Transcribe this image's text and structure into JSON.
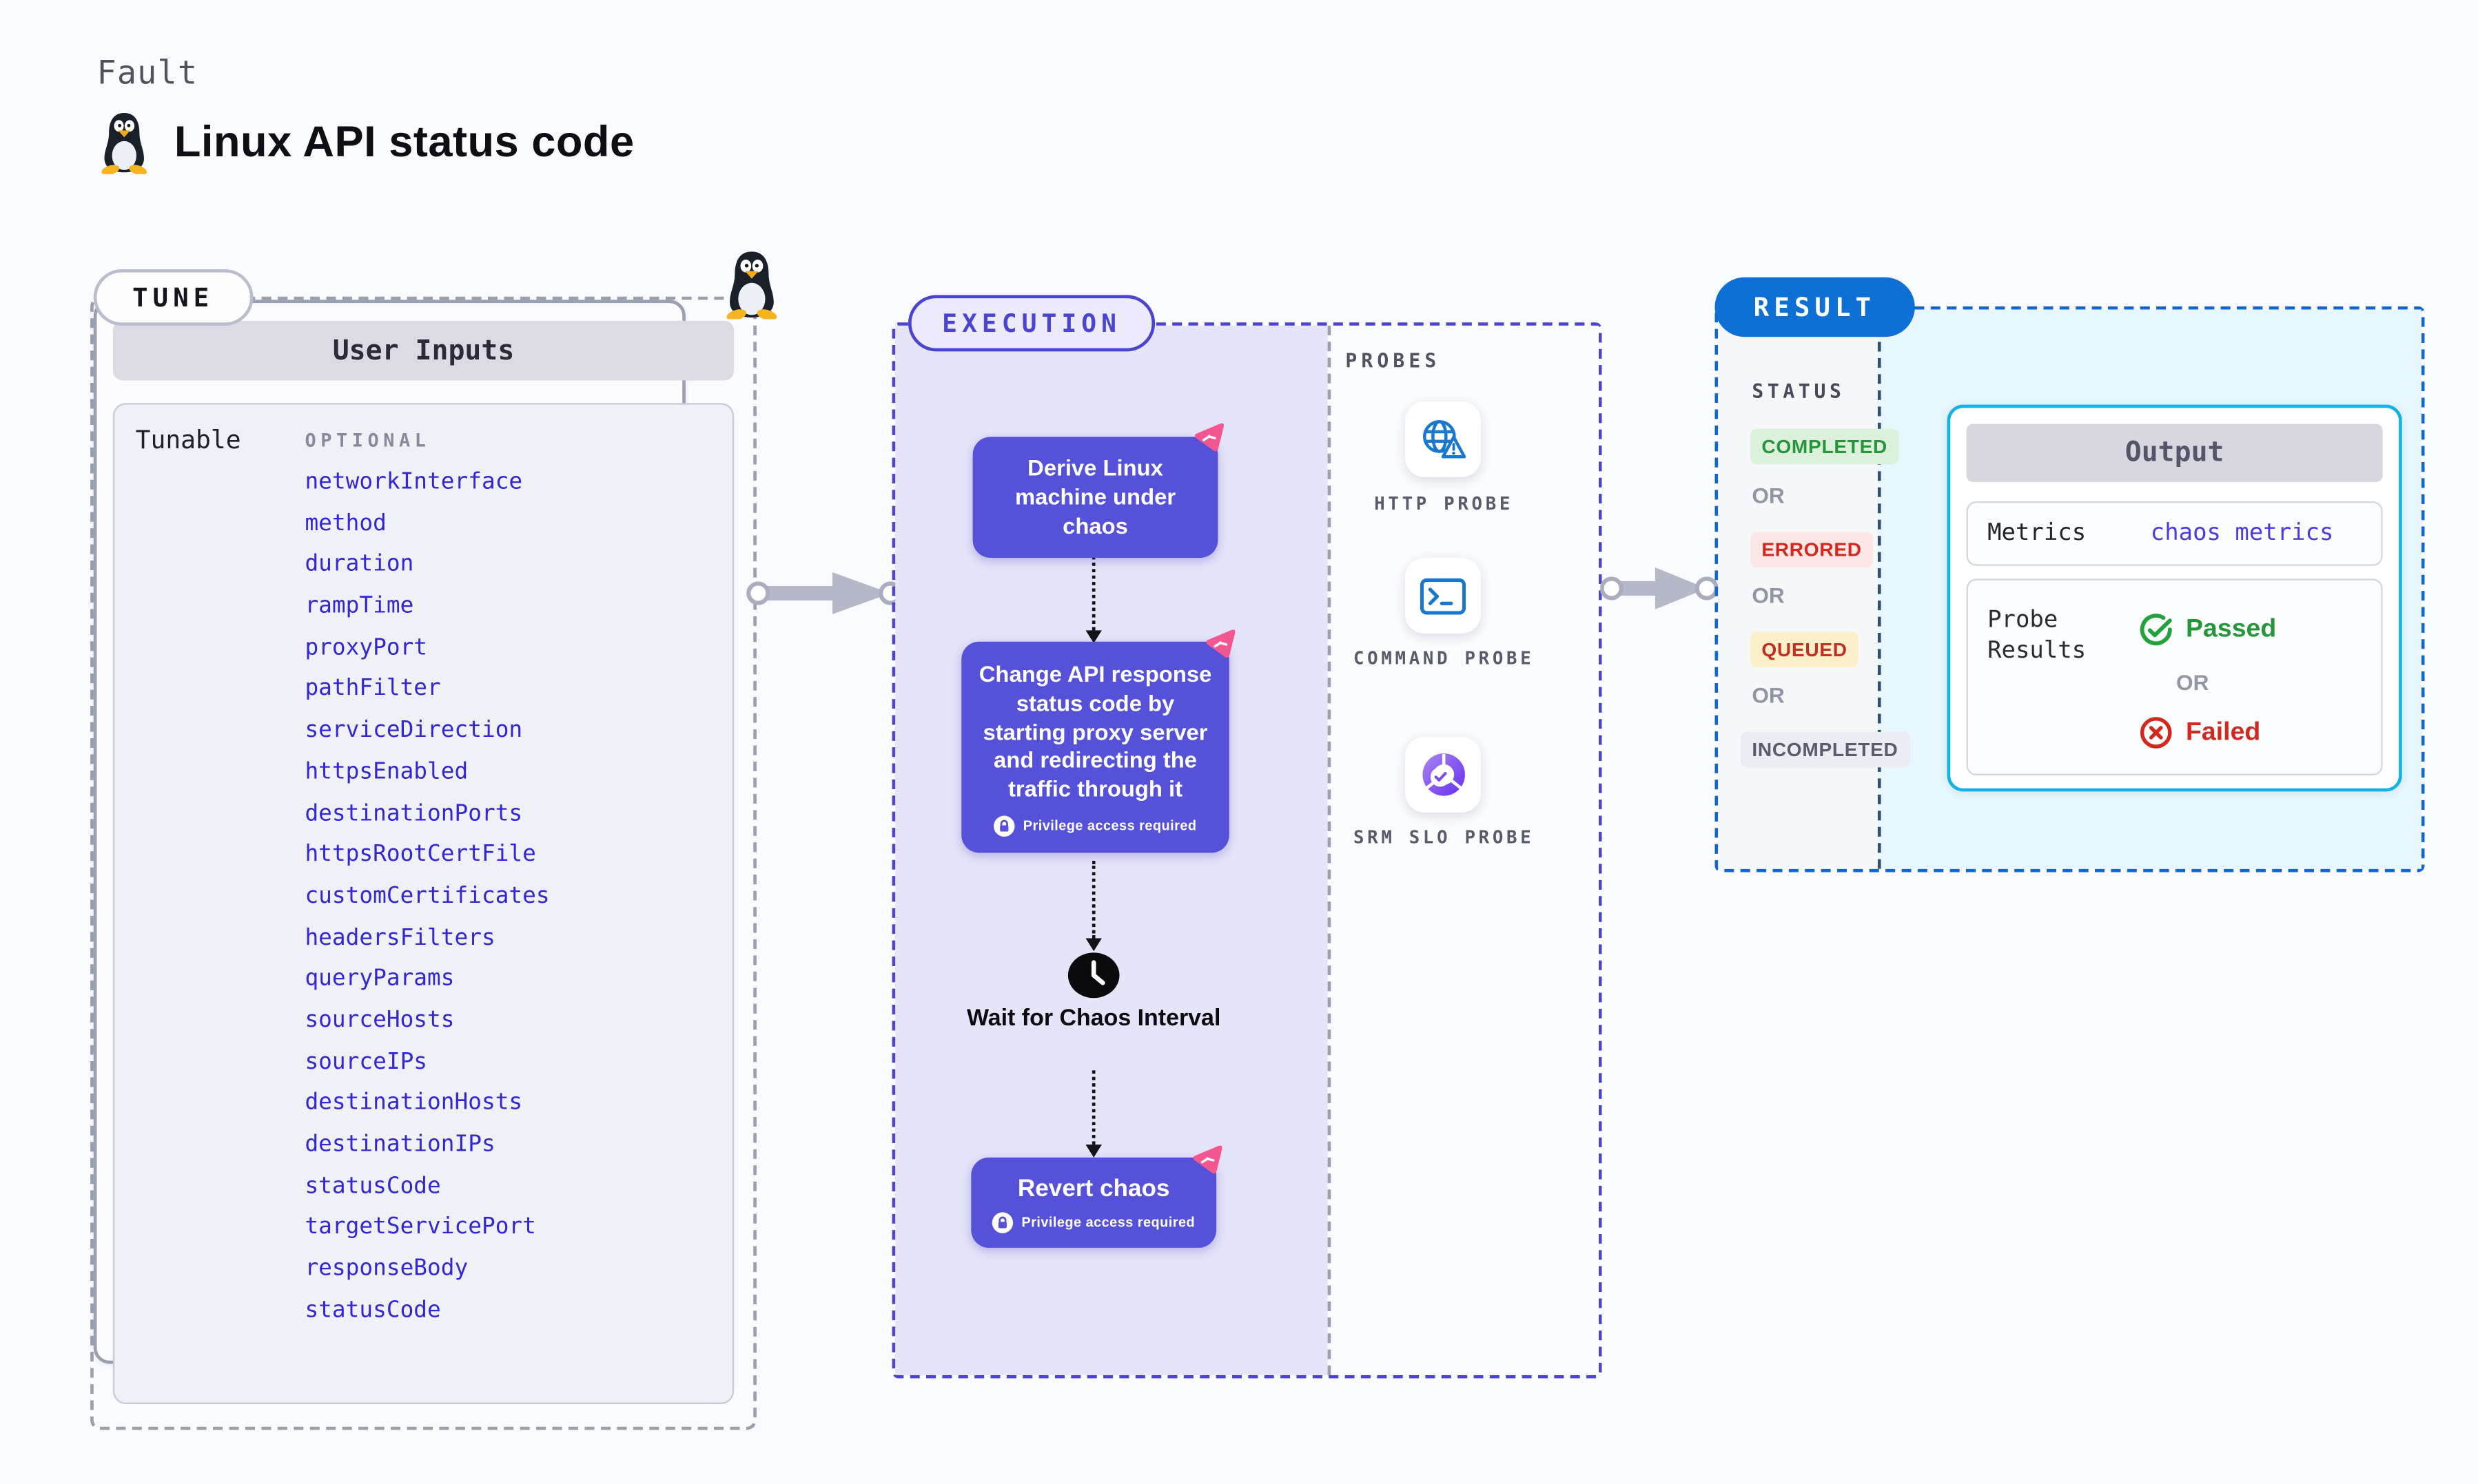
{
  "page": {
    "kicker": "Fault",
    "title": "Linux API status code"
  },
  "tune": {
    "badge": "TUNE",
    "table_title": "User Inputs",
    "row_label": "Tunable",
    "optional_label": "OPTIONAL",
    "params": [
      "networkInterface",
      "method",
      "duration",
      "rampTime",
      "proxyPort",
      "pathFilter",
      "serviceDirection",
      "httpsEnabled",
      "destinationPorts",
      "httpsRootCertFile",
      "customCertificates",
      "headersFilters",
      "queryParams",
      "sourceHosts",
      "sourceIPs",
      "destinationHosts",
      "destinationIPs",
      "statusCode",
      "targetServicePort",
      "responseBody",
      "statusCode"
    ]
  },
  "execution": {
    "badge": "EXECUTION",
    "step1": "Derive Linux machine under chaos",
    "step2": "Change API response status code by starting proxy server and redirecting the traffic through it",
    "step3": "Revert chaos",
    "wait_label": "Wait for Chaos Interval",
    "privilege_label": "Privilege access required"
  },
  "probes": {
    "title": "PROBES",
    "items": [
      {
        "label": "HTTP PROBE",
        "icon": "globe-warning-icon"
      },
      {
        "label": "COMMAND PROBE",
        "icon": "terminal-icon"
      },
      {
        "label": "SRM SLO PROBE",
        "icon": "slo-donut-check-icon"
      }
    ]
  },
  "result": {
    "badge": "RESULT",
    "status_title": "STATUS",
    "or_label": "OR",
    "statuses": [
      {
        "label": "COMPLETED",
        "type": "completed"
      },
      {
        "label": "ERRORED",
        "type": "errored"
      },
      {
        "label": "QUEUED",
        "type": "queued"
      },
      {
        "label": "INCOMPLETED",
        "type": "incompleted"
      }
    ],
    "output": {
      "title": "Output",
      "metrics_label": "Metrics",
      "metrics_value": "chaos metrics",
      "probe_results_label": "Probe Results",
      "passed_label": "Passed",
      "failed_label": "Failed"
    }
  },
  "colors": {
    "indigo": "#4a45d1",
    "purple": "#5551d8",
    "lavender": "#e5e4f9",
    "blue": "#0e70d5",
    "cyan": "#14b2e4",
    "cyan_bg": "#e8f6fd",
    "green": "#27963b",
    "green_bg": "#dcf0dc",
    "red": "#d2281e",
    "red_bg": "#fbe7e5",
    "yellow_bg": "#fcf0ca",
    "queued_red": "#c12f24",
    "pink": "#f2578f",
    "link": "#4a3ce2",
    "param_blue": "#3226d6",
    "dash_gray": "#9aa0ad",
    "arrow_gray": "#b5b8c7",
    "or_gray": "#9196a7",
    "probe_blue": "#1878cf"
  }
}
